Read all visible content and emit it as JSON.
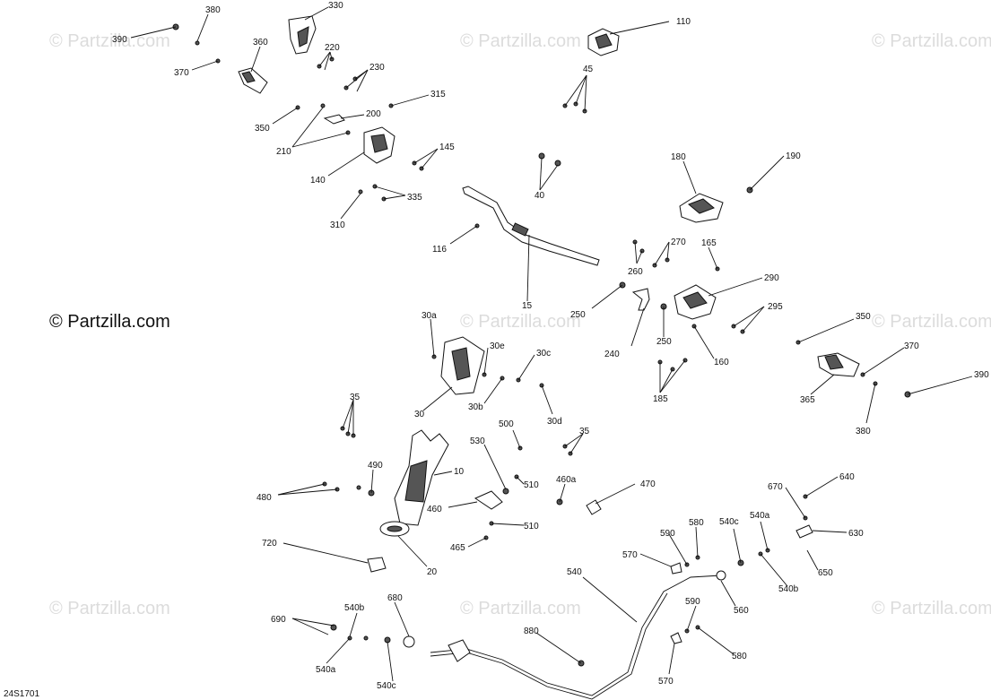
{
  "watermark": "© Partzilla.com",
  "copyright": "© Partzilla.com",
  "diagram_code": "24S1701",
  "labels": [
    "380",
    "390",
    "330",
    "110",
    "360",
    "220",
    "230",
    "370",
    "45",
    "315",
    "200",
    "350",
    "210",
    "145",
    "140",
    "335",
    "310",
    "40",
    "180",
    "190",
    "116",
    "270",
    "165",
    "260",
    "290",
    "15",
    "250",
    "295",
    "240",
    "250",
    "350",
    "160",
    "370",
    "30a",
    "30e",
    "30c",
    "185",
    "30",
    "30b",
    "30d",
    "365",
    "390",
    "380",
    "35",
    "500",
    "35",
    "530",
    "490",
    "10",
    "480",
    "510",
    "460a",
    "470",
    "640",
    "670",
    "460",
    "510",
    "630",
    "720",
    "465",
    "20",
    "590",
    "580",
    "540c",
    "540a",
    "570",
    "650",
    "540",
    "540b",
    "680",
    "560",
    "690",
    "540b",
    "590",
    "880",
    "580",
    "540a",
    "540c",
    "570"
  ]
}
